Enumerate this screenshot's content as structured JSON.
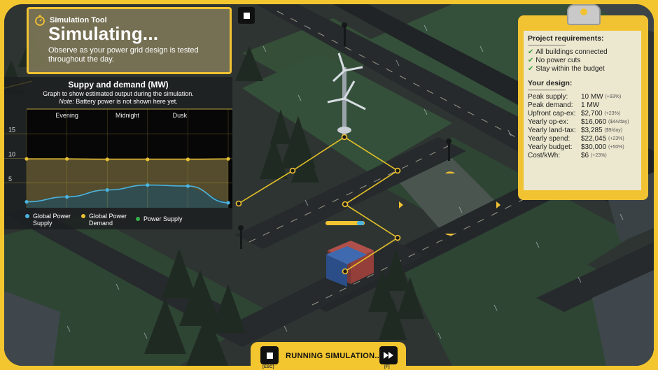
{
  "sim_card": {
    "tool_label": "Simulation Tool",
    "title": "Simulating...",
    "description": "Observe as your power grid design is tested throughout the day."
  },
  "chart": {
    "title": "Suppy and demand (MW)",
    "subtitle": "Graph to show estimated output during the simulation.",
    "note_label": "Note:",
    "note_text": "Battery power is not shown here yet.",
    "legend": [
      {
        "label": "Global Power Supply",
        "color": "#4ab3e0"
      },
      {
        "label": "Global Power Demand",
        "color": "#e8c033"
      },
      {
        "label": "Power Supply",
        "color": "#35b04a"
      }
    ]
  },
  "chart_data": {
    "type": "area",
    "x": [
      0,
      1,
      2,
      3,
      4,
      5
    ],
    "phase_labels": [
      {
        "label": "Evening",
        "x": 1
      },
      {
        "label": "Midnight",
        "x": 2.5
      },
      {
        "label": "Dusk",
        "x": 3.8
      }
    ],
    "yticks": [
      5,
      10,
      15
    ],
    "ylim": [
      0,
      20
    ],
    "series": [
      {
        "name": "Global Power Supply",
        "values": [
          1.2,
          2.2,
          3.6,
          4.6,
          4.4,
          1.0
        ],
        "color": "#4ab3e0"
      },
      {
        "name": "Global Power Demand",
        "values": [
          9.9,
          9.9,
          9.8,
          9.8,
          9.8,
          9.9
        ],
        "color": "#e8c033"
      }
    ]
  },
  "clipboard": {
    "requirements_title": "Project requirements:",
    "rule": "--------------------------------",
    "requirements": [
      "All buildings connected",
      "No power cuts",
      "Stay within the budget"
    ],
    "design_title": "Your design:",
    "design": [
      {
        "label": "Peak supply:",
        "value": "10 MW",
        "pct": "(+93%)"
      },
      {
        "label": "Peak demand:",
        "value": "1 MW",
        "pct": ""
      },
      {
        "label": "Upfront cap-ex:",
        "value": "$2,700",
        "pct": "(+23%)"
      },
      {
        "label": "Yearly op-ex:",
        "value": "$16,060",
        "pct": "($44/day)"
      },
      {
        "label": "Yearly land-tax:",
        "value": "$3,285",
        "pct": "($9/day)"
      },
      {
        "label": "Yearly spend:",
        "value": "$22,045",
        "pct": "(+23%)"
      },
      {
        "label": "Yearly budget:",
        "value": "$30,000",
        "pct": "(+50%)"
      },
      {
        "label": "Cost/kWh:",
        "value": "$6",
        "pct": "(+23%)"
      }
    ]
  },
  "controls": {
    "status": "RUNNING SIMULATION...",
    "stop_hint": "[ESC]",
    "ff_hint": "[F]"
  },
  "colors": {
    "accent": "#f3c62f",
    "grid_line": "#f1d04a"
  }
}
